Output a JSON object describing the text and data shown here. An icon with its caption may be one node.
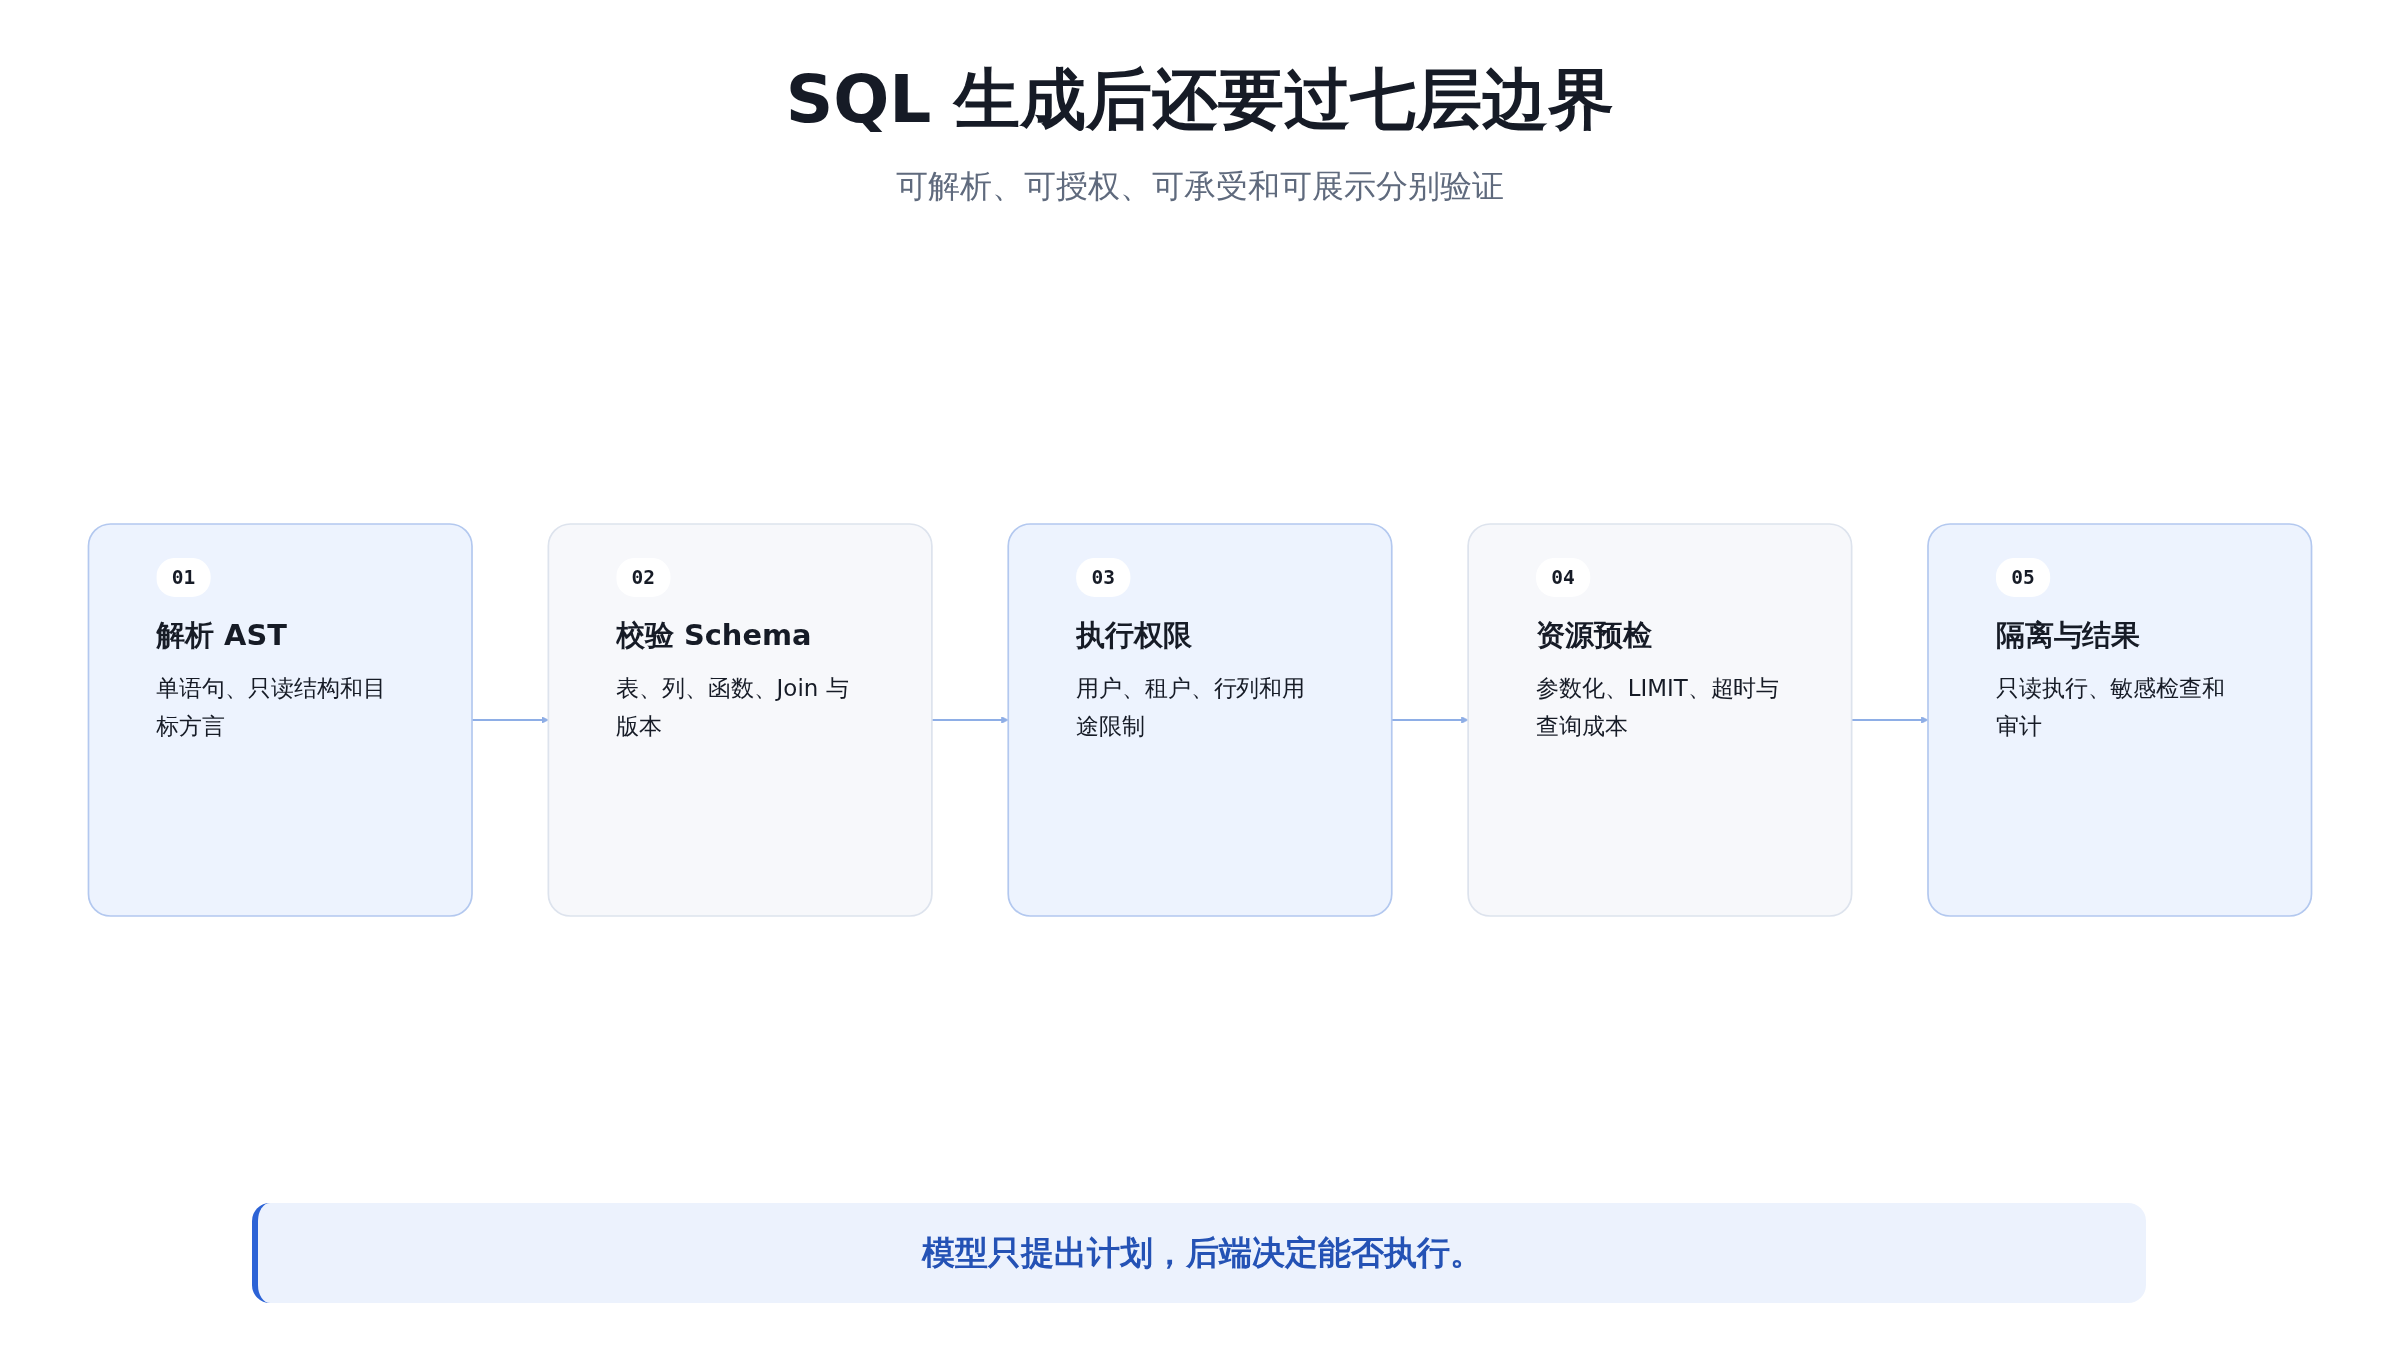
{
  "diagram": {
    "title": "SQL 生成后还要过七层边界",
    "nodes": [
      {
        "text": [
          "01",
          "解析 AST",
          "单语句、只读结构和目标方言"
        ]
      },
      {
        "text": [
          "02",
          "校验 Schema",
          "表、列、函数、Join 与版本"
        ]
      },
      {
        "text": [
          "03",
          "执行权限",
          "用户、租户、行列和用途限制"
        ]
      },
      {
        "text": [
          "04",
          "资源预检",
          "参数化、LIMIT、超时与查询成本"
        ]
      },
      {
        "text": [
          "05",
          "隔离与结果",
          "只读执行、敏感检查和审计"
        ]
      }
    ],
    "edges": [
      {
        "from": 0,
        "to": 1,
        "arrow": "to"
      },
      {
        "from": 1,
        "to": 2,
        "arrow": "to"
      },
      {
        "from": 2,
        "to": 3,
        "arrow": "to"
      },
      {
        "from": 3,
        "to": 4,
        "arrow": "to"
      }
    ],
    "labels": [
      "可解析、可授权、可承受和可展示分别验证"
    ],
    "caption": "模型只提出计划，后端决定能否执行。"
  }
}
